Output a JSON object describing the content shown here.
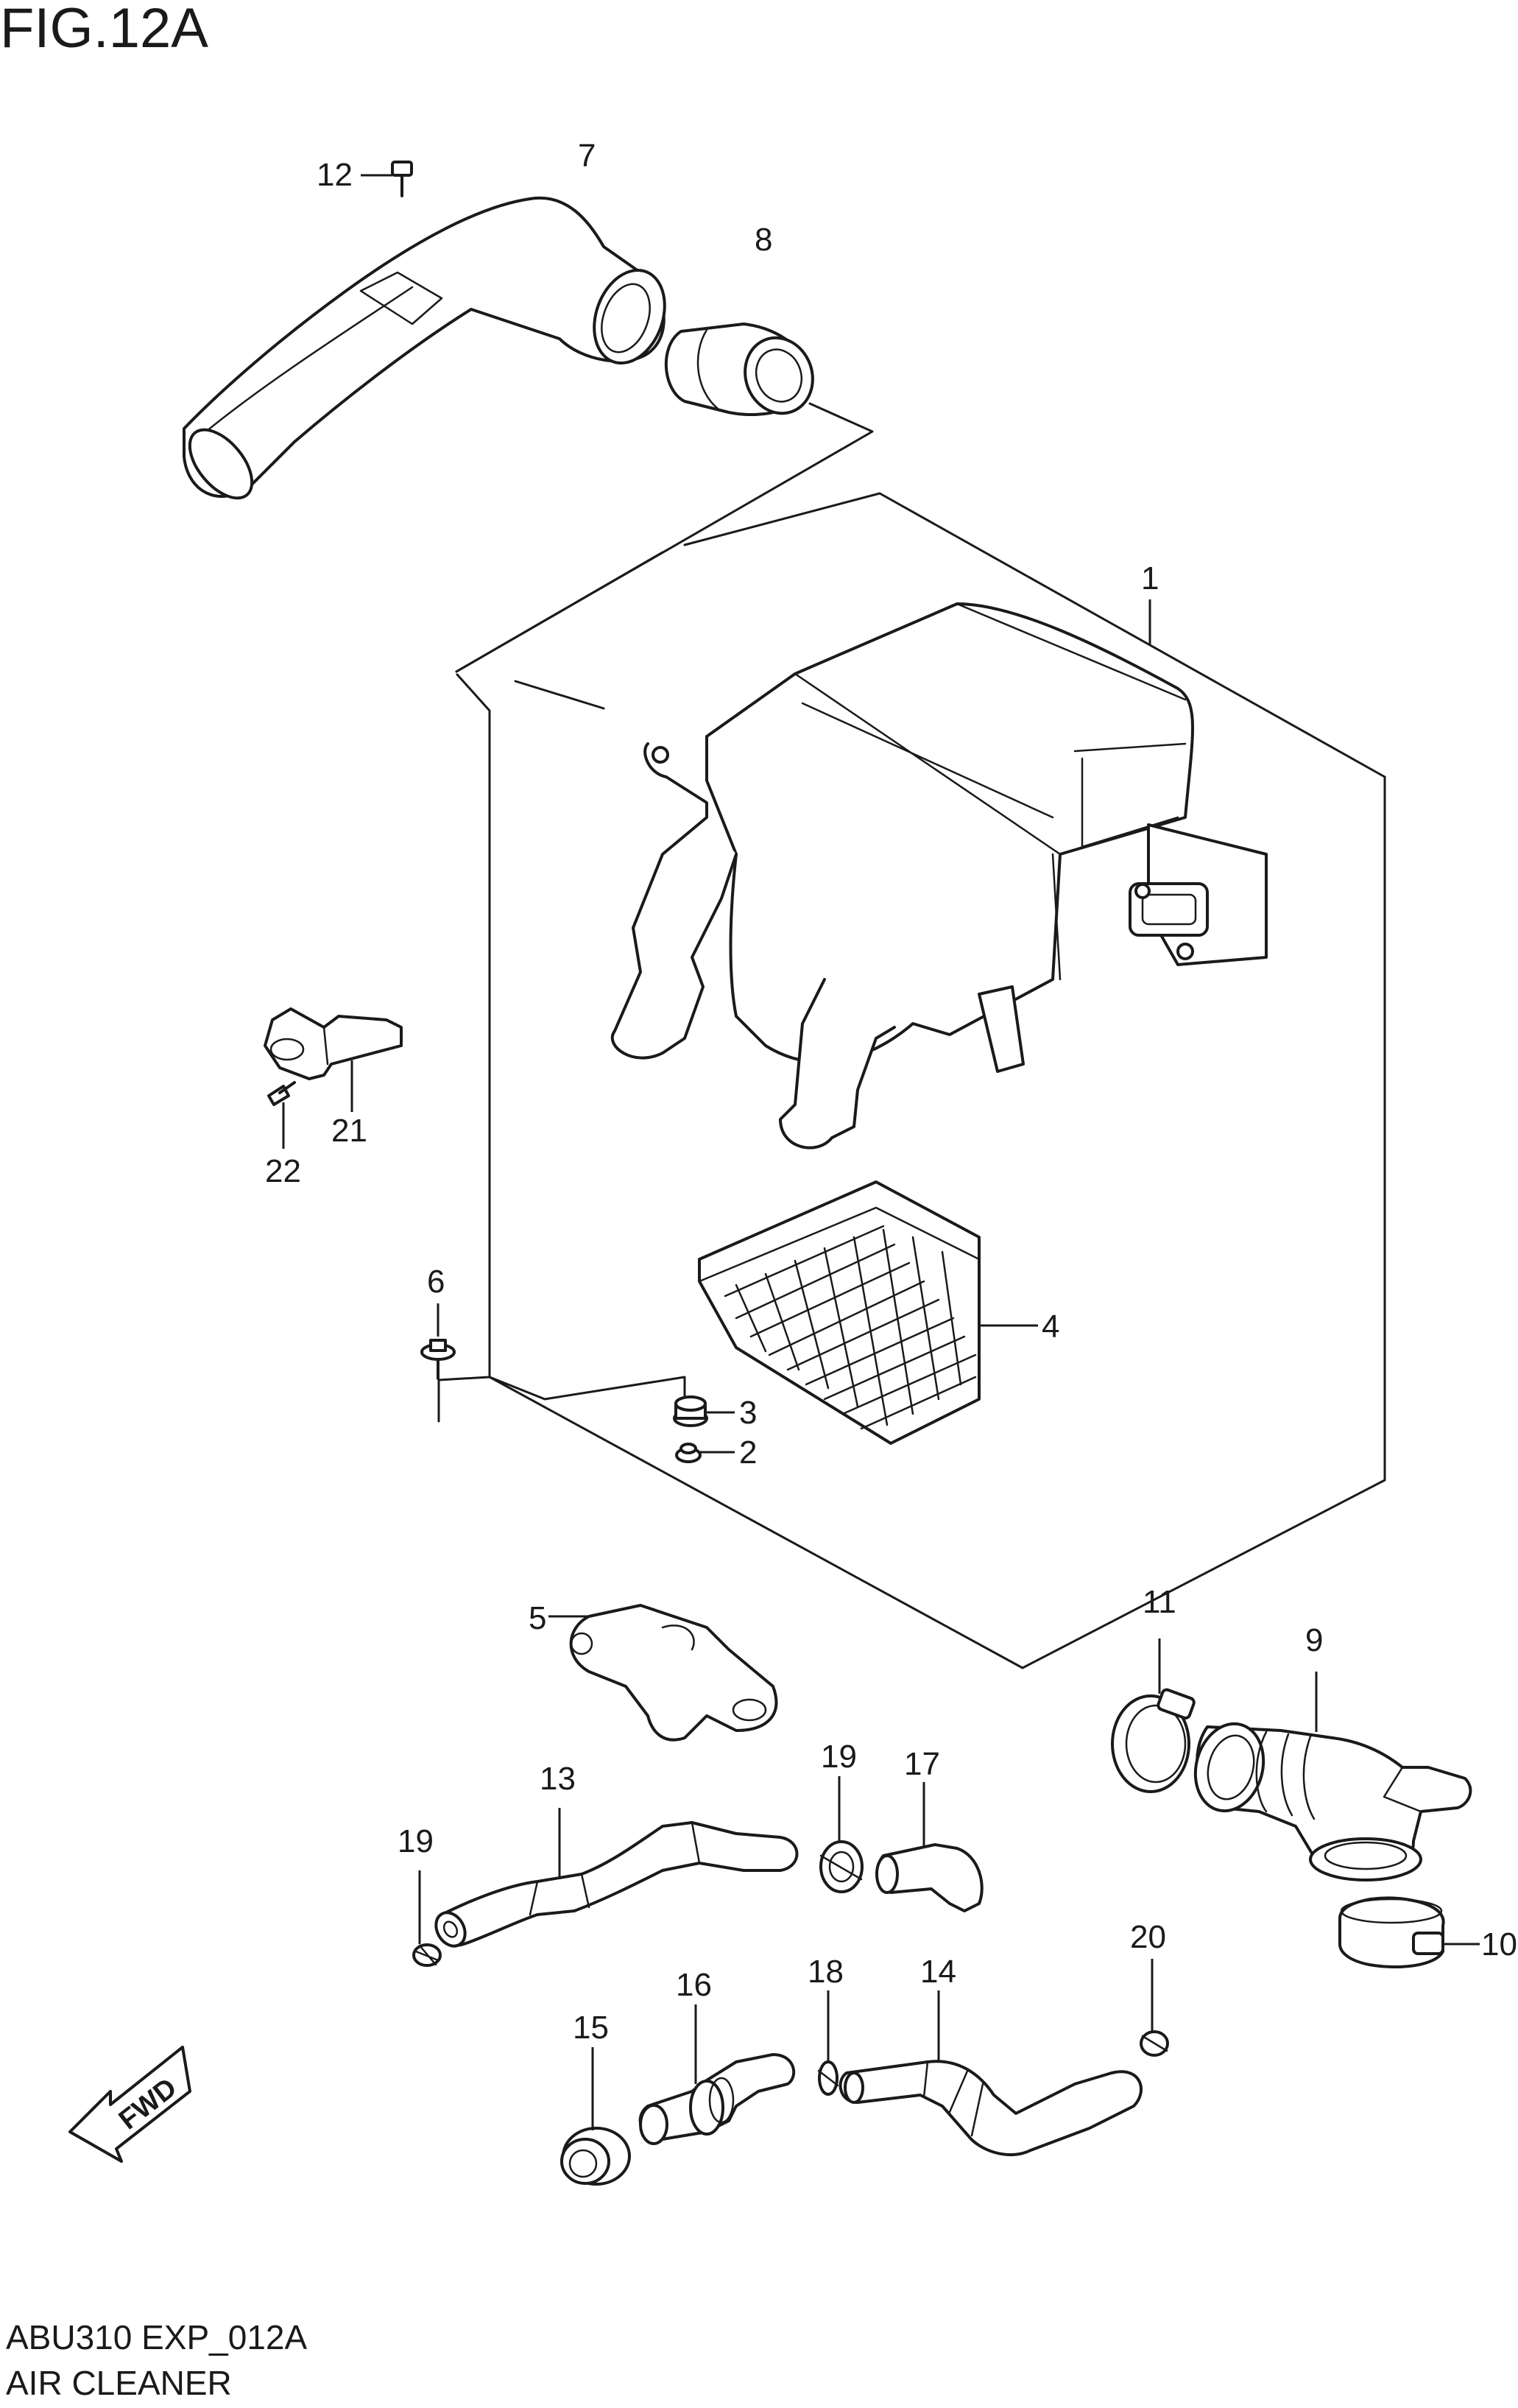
{
  "figure": {
    "title": "FIG.12A",
    "code": "ABU310 EXP_012A",
    "name": "AIR CLEANER",
    "fwd_label": "FWD"
  },
  "callouts": {
    "c1": "1",
    "c2": "2",
    "c3": "3",
    "c4": "4",
    "c5": "5",
    "c6": "6",
    "c7": "7",
    "c8": "8",
    "c9": "9",
    "c10": "10",
    "c11": "11",
    "c12": "12",
    "c13": "13",
    "c14": "14",
    "c15": "15",
    "c16": "16",
    "c17": "17",
    "c18": "18",
    "c19a": "19",
    "c19b": "19",
    "c20": "20",
    "c21": "21",
    "c22": "22"
  }
}
